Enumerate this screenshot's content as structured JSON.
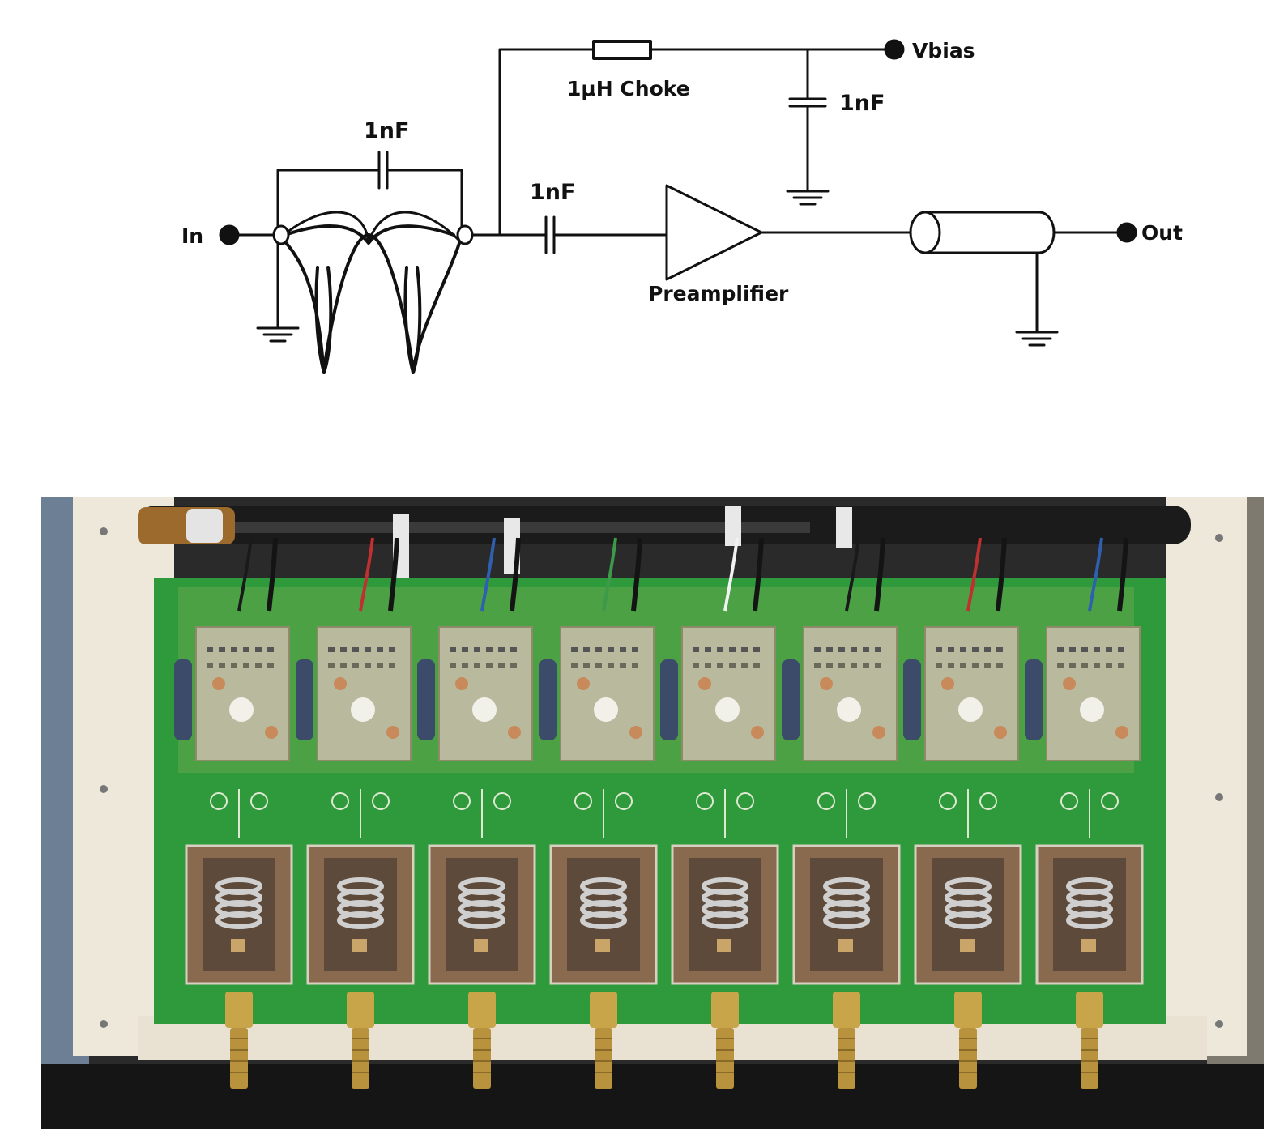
{
  "schematic": {
    "labels": {
      "input": "In",
      "output": "Out",
      "bias": "Vbias",
      "choke": "1μH Choke",
      "cap_bias": "1nF",
      "cap_transformer": "1nF",
      "cap_coupling": "1nF",
      "preamp": "Preamplifier"
    }
  },
  "photo": {
    "channel_count": 8,
    "colors": {
      "pcb": "#2f9a3c",
      "enclosure": "#eee8da",
      "connector_gold": "#c9a54a",
      "module": "#b9b99d",
      "ferrite": "#3c4b6a",
      "shield": "#8a6a4f"
    }
  }
}
